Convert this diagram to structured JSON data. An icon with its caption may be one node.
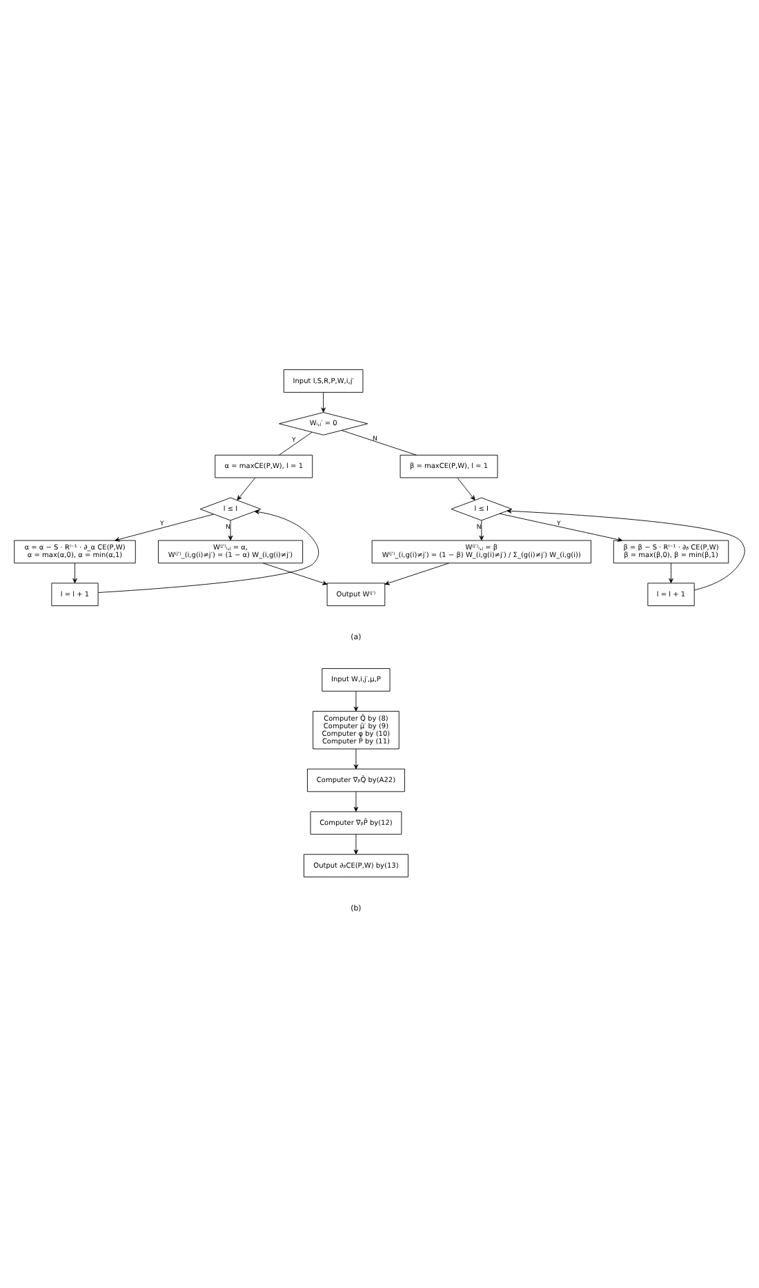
{
  "diagram": {
    "nodes": [
      {
        "text": [
          "Input I,S,R,P,W,i,j′"
        ]
      },
      {
        "text": [
          "Wᵢ,ⱼ′ = 0"
        ]
      },
      {
        "text": [
          "α = maxCE(P,W), l = 1"
        ]
      },
      {
        "text": [
          "β = maxCE(P,W), l = 1"
        ]
      },
      {
        "text": [
          "l ≤ I"
        ]
      },
      {
        "text": [
          "l ≤ I"
        ]
      },
      {
        "text": [
          "α = α − S · Rˡ⁻¹ · ∂_α CE(P,W)",
          "α = max(α,0), α = min(α,1)"
        ]
      },
      {
        "text": [
          "β = β − S · Rˡ⁻¹ · ∂ᵦ CE(P,W)",
          "β = max(β,0), β = min(β,1)"
        ]
      },
      {
        "text": [
          "l = l + 1"
        ]
      },
      {
        "text": [
          "l = l + 1"
        ]
      },
      {
        "text": [
          "W⁽ʲ′⁾ᵢ,ⱼ = α,",
          "W⁽ʲ′⁾_(i,g(i)≠j′) = (1 − α) W_(i,g(i)≠j′)"
        ]
      },
      {
        "text": [
          "W⁽ʲ′⁾ᵢ,ⱼ = β",
          "W⁽ʲ′⁾_(i,g(i)≠j′) = (1 − β) W_(i,g(i)≠j′) / Σ_(g(i)≠j′) W_(i,g(i))"
        ]
      },
      {
        "text": [
          "Output W⁽ʲ′⁾"
        ]
      },
      {
        "text": [
          "Input W,i,j′,μ,P"
        ]
      },
      {
        "text": [
          "Computer Q̄ by (8)",
          "Computer μ̄′ by (9)",
          "Computer φ by (10)",
          "Computer P̄ by (11)"
        ]
      },
      {
        "text": [
          "Computer ∇ᵦQ̄ by(A22)"
        ]
      },
      {
        "text": [
          "Computer ∇ᵦP̄ by(12)"
        ]
      },
      {
        "text": [
          "Output ∂ᵦCE(P,W) by(13)"
        ]
      }
    ],
    "edges": [
      {
        "from": 0,
        "to": 1,
        "arrow": "to"
      },
      {
        "from": 1,
        "to": 2,
        "arrow": "none",
        "label": "Y"
      },
      {
        "from": 1,
        "to": 3,
        "arrow": "none",
        "label": "N"
      },
      {
        "from": 2,
        "to": 4,
        "arrow": "to"
      },
      {
        "from": 3,
        "to": 5,
        "arrow": "to"
      },
      {
        "from": 4,
        "to": 6,
        "arrow": "to",
        "label": "Y"
      },
      {
        "from": 5,
        "to": 7,
        "arrow": "to",
        "label": "Y"
      },
      {
        "from": 6,
        "to": 8,
        "arrow": "to"
      },
      {
        "from": 7,
        "to": 9,
        "arrow": "to"
      },
      {
        "from": 8,
        "to": 4,
        "arrow": "to"
      },
      {
        "from": 9,
        "to": 5,
        "arrow": "to"
      },
      {
        "from": 4,
        "to": 10,
        "arrow": "to",
        "label": "N"
      },
      {
        "from": 5,
        "to": 11,
        "arrow": "to",
        "label": "N"
      },
      {
        "from": 10,
        "to": 12,
        "arrow": "to"
      },
      {
        "from": 11,
        "to": 12,
        "arrow": "to"
      },
      {
        "from": 13,
        "to": 14,
        "arrow": "to"
      },
      {
        "from": 14,
        "to": 15,
        "arrow": "to"
      },
      {
        "from": 15,
        "to": 16,
        "arrow": "to"
      },
      {
        "from": 16,
        "to": 17,
        "arrow": "to"
      }
    ],
    "labels": [
      "(a)",
      "(b)"
    ]
  }
}
